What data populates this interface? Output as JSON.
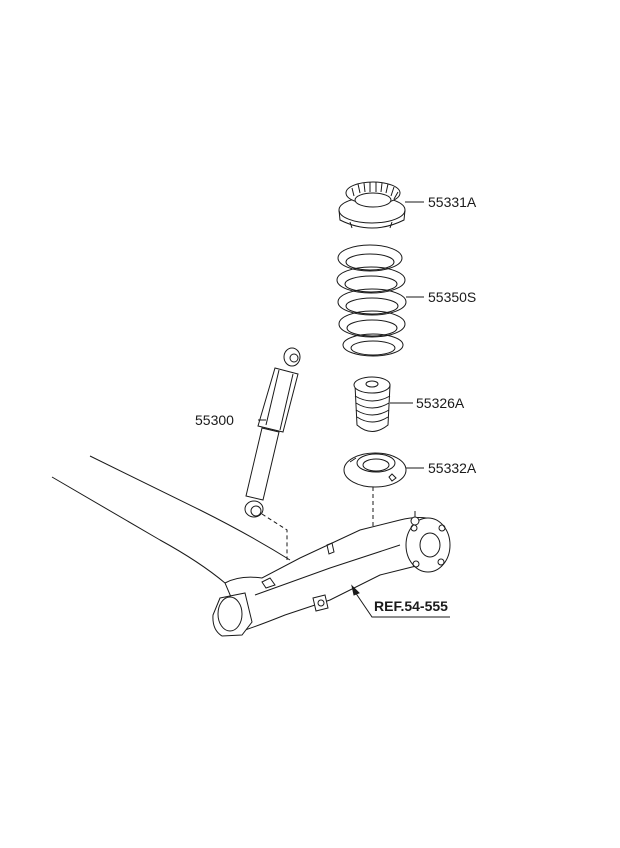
{
  "diagram": {
    "type": "exploded-parts-diagram",
    "subject": "Rear spring and shock absorber assembly",
    "parts": [
      {
        "id": "55331A",
        "label": "55331A",
        "name": "spring-upper-pad"
      },
      {
        "id": "55350S",
        "label": "55350S",
        "name": "coil-spring"
      },
      {
        "id": "55326A",
        "label": "55326A",
        "name": "bump-stopper"
      },
      {
        "id": "55332A",
        "label": "55332A",
        "name": "spring-lower-pad"
      },
      {
        "id": "55300",
        "label": "55300",
        "name": "shock-absorber"
      }
    ],
    "reference": {
      "label": "REF.54-555",
      "name": "rear-torsion-axle"
    }
  }
}
